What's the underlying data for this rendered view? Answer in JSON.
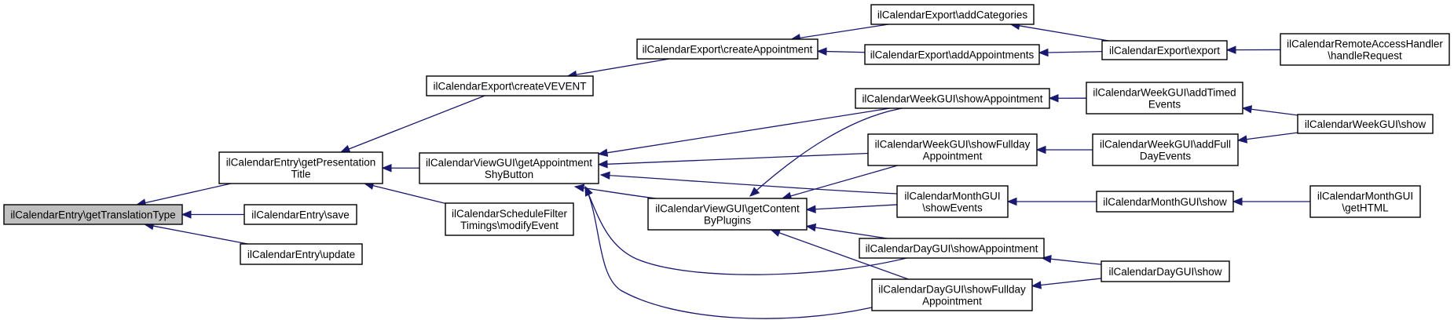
{
  "title": "Caller graph of ilCalendarEntry\\getTranslationType",
  "colors": {
    "edge": "#191970",
    "root_fill": "#bfbfbf",
    "node_fill": "#ffffff",
    "node_border": "#000000"
  },
  "nodes": [
    {
      "id": "getTranslationType",
      "lines": [
        "ilCalendarEntry\\getTranslationType"
      ],
      "root": true
    },
    {
      "id": "getPresentationTitle",
      "lines": [
        "ilCalendarEntry\\getPresentation",
        "Title"
      ]
    },
    {
      "id": "save",
      "lines": [
        "ilCalendarEntry\\save"
      ]
    },
    {
      "id": "update",
      "lines": [
        "ilCalendarEntry\\update"
      ]
    },
    {
      "id": "createVEVENT",
      "lines": [
        "ilCalendarExport\\createVEVENT"
      ]
    },
    {
      "id": "getAppointmentShyButton",
      "lines": [
        "ilCalendarViewGUI\\getAppointment",
        "ShyButton"
      ]
    },
    {
      "id": "modifyEvent",
      "lines": [
        "ilCalendarScheduleFilter",
        "Timings\\modifyEvent"
      ]
    },
    {
      "id": "createAppointment",
      "lines": [
        "ilCalendarExport\\createAppointment"
      ]
    },
    {
      "id": "getContentByPlugins",
      "lines": [
        "ilCalendarViewGUI\\getContent",
        "ByPlugins"
      ]
    },
    {
      "id": "addCategories",
      "lines": [
        "ilCalendarExport\\addCategories"
      ]
    },
    {
      "id": "addAppointments",
      "lines": [
        "ilCalendarExport\\addAppointments"
      ]
    },
    {
      "id": "weekShowAppointment",
      "lines": [
        "ilCalendarWeekGUI\\showAppointment"
      ]
    },
    {
      "id": "weekShowFulldayAppointment",
      "lines": [
        "ilCalendarWeekGUI\\showFullday",
        "Appointment"
      ]
    },
    {
      "id": "monthShowEvents",
      "lines": [
        "ilCalendarMonthGUI",
        "\\showEvents"
      ]
    },
    {
      "id": "dayShowAppointment",
      "lines": [
        "ilCalendarDayGUI\\showAppointment"
      ]
    },
    {
      "id": "dayShowFulldayAppointment",
      "lines": [
        "ilCalendarDayGUI\\showFullday",
        "Appointment"
      ]
    },
    {
      "id": "export",
      "lines": [
        "ilCalendarExport\\export"
      ]
    },
    {
      "id": "addTimedEvents",
      "lines": [
        "ilCalendarWeekGUI\\addTimed",
        "Events"
      ]
    },
    {
      "id": "addFullDayEvents",
      "lines": [
        "ilCalendarWeekGUI\\addFull",
        "DayEvents"
      ]
    },
    {
      "id": "monthShow",
      "lines": [
        "ilCalendarMonthGUI\\show"
      ]
    },
    {
      "id": "dayShow",
      "lines": [
        "ilCalendarDayGUI\\show"
      ]
    },
    {
      "id": "handleRequest",
      "lines": [
        "ilCalendarRemoteAccessHandler",
        "\\handleRequest"
      ]
    },
    {
      "id": "weekShow",
      "lines": [
        "ilCalendarWeekGUI\\show"
      ]
    },
    {
      "id": "getHTML",
      "lines": [
        "ilCalendarMonthGUI",
        "\\getHTML"
      ]
    }
  ],
  "edges": [
    {
      "from": "getPresentationTitle",
      "to": "getTranslationType"
    },
    {
      "from": "save",
      "to": "getTranslationType"
    },
    {
      "from": "update",
      "to": "getTranslationType"
    },
    {
      "from": "createVEVENT",
      "to": "getPresentationTitle"
    },
    {
      "from": "getAppointmentShyButton",
      "to": "getPresentationTitle"
    },
    {
      "from": "modifyEvent",
      "to": "getPresentationTitle"
    },
    {
      "from": "createAppointment",
      "to": "createVEVENT"
    },
    {
      "from": "addCategories",
      "to": "createAppointment"
    },
    {
      "from": "addAppointments",
      "to": "createAppointment"
    },
    {
      "from": "export",
      "to": "addCategories"
    },
    {
      "from": "export",
      "to": "addAppointments"
    },
    {
      "from": "handleRequest",
      "to": "export"
    },
    {
      "from": "weekShowAppointment",
      "to": "getAppointmentShyButton"
    },
    {
      "from": "weekShowFulldayAppointment",
      "to": "getAppointmentShyButton"
    },
    {
      "from": "monthShowEvents",
      "to": "getAppointmentShyButton"
    },
    {
      "from": "getContentByPlugins",
      "to": "getAppointmentShyButton"
    },
    {
      "from": "dayShowAppointment",
      "to": "getAppointmentShyButton"
    },
    {
      "from": "dayShowFulldayAppointment",
      "to": "getAppointmentShyButton"
    },
    {
      "from": "weekShowAppointment",
      "to": "getContentByPlugins"
    },
    {
      "from": "weekShowFulldayAppointment",
      "to": "getContentByPlugins"
    },
    {
      "from": "monthShowEvents",
      "to": "getContentByPlugins"
    },
    {
      "from": "dayShowAppointment",
      "to": "getContentByPlugins"
    },
    {
      "from": "dayShowFulldayAppointment",
      "to": "getContentByPlugins"
    },
    {
      "from": "addTimedEvents",
      "to": "weekShowAppointment"
    },
    {
      "from": "addFullDayEvents",
      "to": "weekShowFulldayAppointment"
    },
    {
      "from": "monthShow",
      "to": "monthShowEvents"
    },
    {
      "from": "dayShow",
      "to": "dayShowAppointment"
    },
    {
      "from": "dayShow",
      "to": "dayShowFulldayAppointment"
    },
    {
      "from": "weekShow",
      "to": "addTimedEvents"
    },
    {
      "from": "weekShow",
      "to": "addFullDayEvents"
    },
    {
      "from": "getHTML",
      "to": "monthShow"
    }
  ]
}
